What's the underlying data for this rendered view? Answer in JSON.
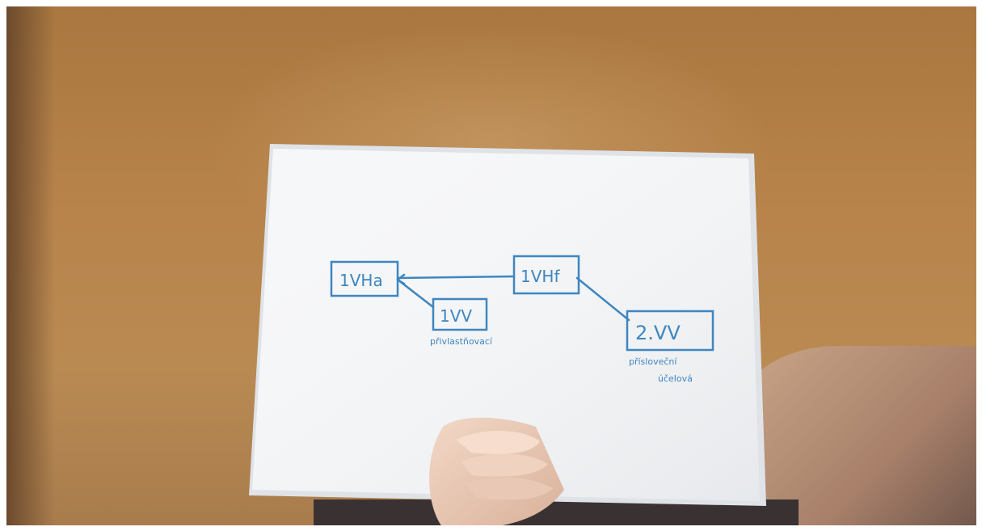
{
  "scene": {
    "description_labels": {
      "box_1": "1VHa",
      "box_2": "1VV",
      "box_3": "1VHf",
      "box_4": "2.VV",
      "note_1": "přivlastňovací",
      "note_2_line1": "přísloveční",
      "note_2_line2": "účelová"
    },
    "colors": {
      "ink": "#3f86c0",
      "paper": "#f6f7f8",
      "wall": "#b8844b"
    }
  }
}
